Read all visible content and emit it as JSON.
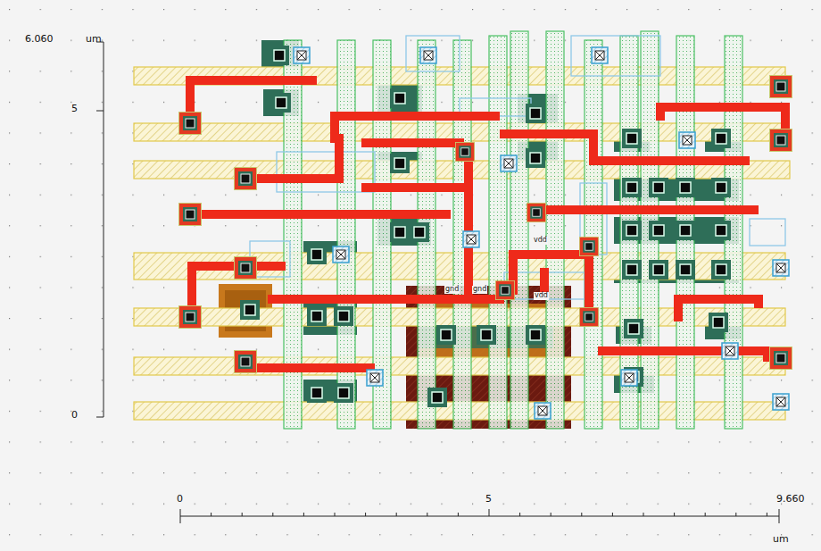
{
  "diagram": {
    "labels": [
      "6.060",
      "um",
      "5",
      "0",
      "0",
      "5",
      "9.660",
      "um",
      "vdd",
      "gnd",
      "gnd",
      "vdd"
    ]
  }
}
